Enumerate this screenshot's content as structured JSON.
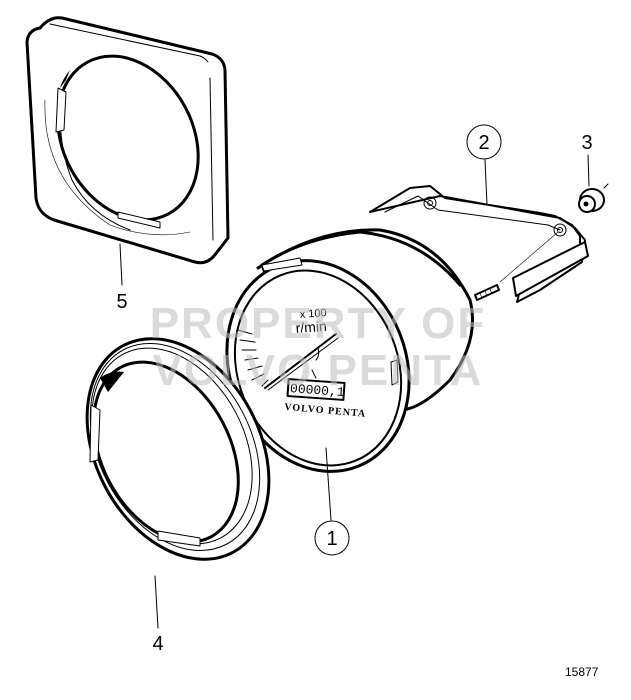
{
  "diagram": {
    "type": "exploded-parts-view",
    "subject": "Tachometer assembly",
    "figure_number": "15877",
    "watermark": {
      "line1": "PROPERTY OF",
      "line2": "VOLVO PENTA"
    },
    "dial": {
      "scale_label": "x 100",
      "unit_label": "r/min",
      "odometer_value": "00000,1",
      "brand": "VOLVO PENTA"
    },
    "callouts": [
      {
        "number": "1",
        "part": "Tachometer",
        "style": "circled"
      },
      {
        "number": "2",
        "part": "Mounting bracket",
        "style": "circled"
      },
      {
        "number": "3",
        "part": "Knurled nut",
        "style": "plain"
      },
      {
        "number": "4",
        "part": "Bezel ring",
        "style": "plain"
      },
      {
        "number": "5",
        "part": "Square frame",
        "style": "plain"
      }
    ]
  }
}
